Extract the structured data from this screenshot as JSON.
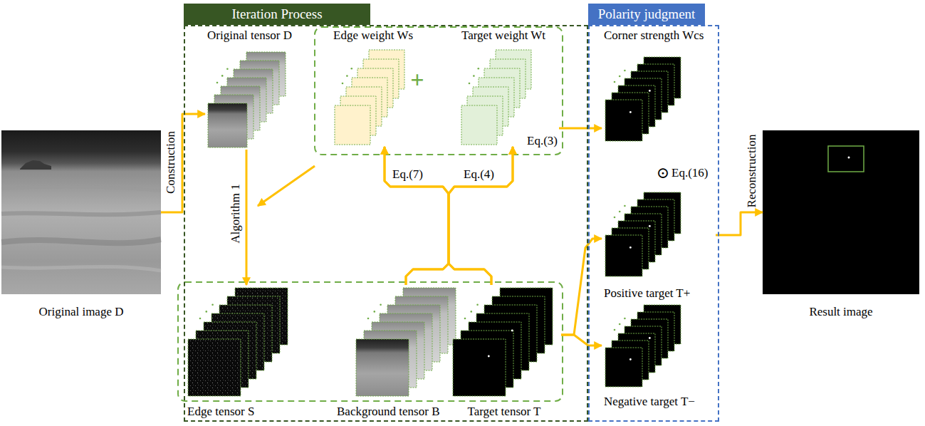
{
  "diagram": {
    "nodes": [
      {
        "text": [
          "Original image D"
        ]
      },
      {
        "text": [
          "Iteration Process"
        ]
      },
      {
        "text": [
          "Original tensor D"
        ],
        "in": 1
      },
      {
        "text": [
          "Edge weight Ws"
        ],
        "in": 1
      },
      {
        "text": [
          "Target weight Wt"
        ],
        "in": 1
      },
      {
        "text": [
          "Edge tensor S"
        ],
        "in": 1
      },
      {
        "text": [
          "Background tensor B"
        ],
        "in": 1
      },
      {
        "text": [
          "Target tensor T"
        ],
        "in": 1
      },
      {
        "text": [
          "Polarity judgment"
        ]
      },
      {
        "text": [
          "Corner strength Wcs"
        ],
        "in": 8
      },
      {
        "text": [
          "Positive target T+"
        ],
        "in": 8
      },
      {
        "text": [
          "Negative target T−"
        ],
        "in": 8
      },
      {
        "text": [
          "Result image"
        ]
      }
    ],
    "edges": [
      {
        "from": 0,
        "to": 2,
        "arrow": "to",
        "label": "Construction"
      },
      {
        "from": 2,
        "to": 5,
        "arrow": "to",
        "label": "Algorithm 1"
      },
      {
        "from": 6,
        "to": 3,
        "arrow": "to"
      },
      {
        "from": 6,
        "to": 4,
        "arrow": "to"
      },
      {
        "from": 7,
        "to": 3,
        "arrow": "to"
      },
      {
        "from": 7,
        "to": 4,
        "arrow": "to"
      },
      {
        "from": 4,
        "to": 9,
        "arrow": "to",
        "label": "Eq.(3)"
      },
      {
        "from": 7,
        "to": 10,
        "arrow": "to"
      },
      {
        "from": 7,
        "to": 11,
        "arrow": "to"
      },
      {
        "from": 10,
        "to": 12,
        "arrow": "to",
        "label": "Reconstruction"
      }
    ],
    "labels": [
      "Eq.(7)",
      "Eq.(4)",
      "+",
      "⊙",
      "Eq.(16)"
    ]
  }
}
